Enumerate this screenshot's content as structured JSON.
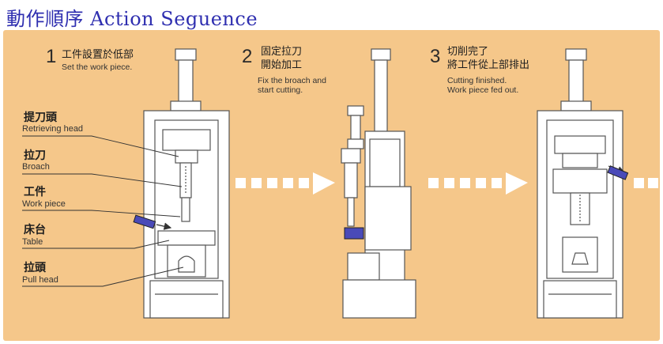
{
  "title": "動作順序 Action Seguence",
  "steps": [
    {
      "number": "1",
      "zh": "工件設置於低部",
      "en": "Set the work piece."
    },
    {
      "number": "2",
      "zh1": "固定拉刀",
      "zh2": "開始加工",
      "en1": "Fix the broach and",
      "en2": "start cutting."
    },
    {
      "number": "3",
      "zh1": "切削完了",
      "zh2": "將工件從上部排出",
      "en1": "Cutting finished.",
      "en2": "Work piece fed out."
    }
  ],
  "labels": [
    {
      "zh": "提刀頭",
      "en": "Retrieving head"
    },
    {
      "zh": "拉刀",
      "en": "Broach"
    },
    {
      "zh": "工件",
      "en": "Work piece"
    },
    {
      "zh": "床台",
      "en": "Table"
    },
    {
      "zh": "拉頭",
      "en": "Pull head"
    }
  ],
  "colors": {
    "background": "#f5c78a",
    "machine_fill": "#ffffff",
    "machine_stroke": "#555555",
    "arrow": "#ffffff",
    "title": "#2f2fb0",
    "workpiece_blue": "#4a4ab8"
  }
}
